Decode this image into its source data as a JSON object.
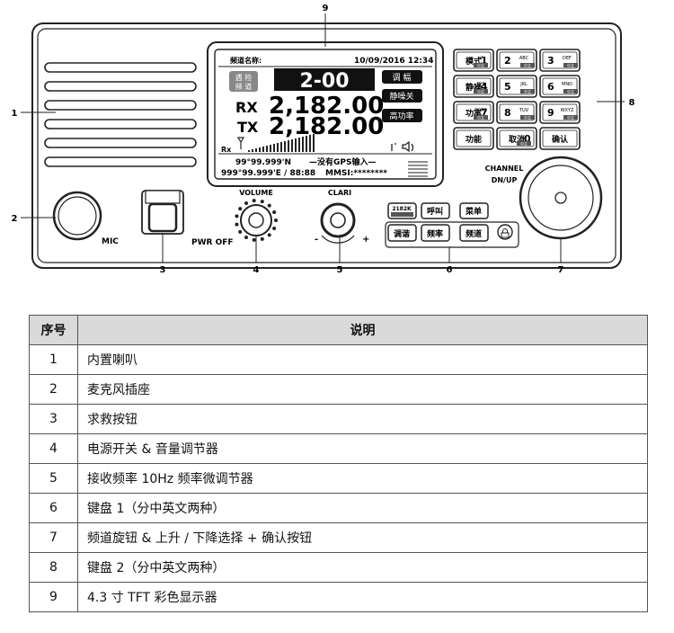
{
  "screen": {
    "channel_name_label": "频道名称:",
    "datetime": "10/09/2016 12:34",
    "channel": "2-00",
    "rx_label": "RX",
    "rx_freq": "2,182.00",
    "tx_label": "TX",
    "tx_freq": "2,182.00",
    "buttons": [
      "调 幅",
      "静噪关",
      "高功率"
    ],
    "side_badge": [
      "遇 险",
      "频 道"
    ],
    "rx_small": "Rx",
    "lat": "99°99.999'N",
    "lon": "999°99.999'E / 88:88",
    "gps_msg": "—没有GPS输入—",
    "mmsi": "MMSI:********"
  },
  "labels": {
    "mic": "MIC",
    "pwr_off": "PWR OFF",
    "volume": "VOLUME",
    "clari": "CLARI",
    "minus": "-",
    "plus": "+",
    "channel": "CHANNEL",
    "dnup": "DN/UP"
  },
  "keypad1": {
    "top": [
      "2182K",
      "呼叫",
      "菜单"
    ],
    "bottom": [
      "调谐",
      "频率",
      "频道"
    ]
  },
  "keypad2": [
    {
      "label": "模式",
      "digit": "1",
      "sub": "-?",
      "lower": "中文"
    },
    {
      "label": "",
      "digit": "2",
      "sub": "ABC",
      "lower": "中文"
    },
    {
      "label": "",
      "digit": "3",
      "sub": "DEF",
      "lower": "中文"
    },
    {
      "label": "静噪",
      "digit": "4",
      "sub": "GHI",
      "lower": "中文"
    },
    {
      "label": "",
      "digit": "5",
      "sub": "JKL",
      "lower": "中文"
    },
    {
      "label": "",
      "digit": "6",
      "sub": "MNO",
      "lower": "中文"
    },
    {
      "label": "功率",
      "digit": "7",
      "sub": "PQRS",
      "lower": "中文"
    },
    {
      "label": "",
      "digit": "8",
      "sub": "TUV",
      "lower": "中文"
    },
    {
      "label": "",
      "digit": "9",
      "sub": "WXYZ",
      "lower": "中文"
    },
    {
      "label": "功能",
      "digit": "",
      "sub": "",
      "lower": ""
    },
    {
      "label": "取消",
      "digit": "0",
      "sub": "",
      "lower": "中文"
    },
    {
      "label": "确认",
      "digit": "",
      "sub": "",
      "lower": ""
    }
  ],
  "callouts": [
    "1",
    "2",
    "3",
    "4",
    "5",
    "6",
    "7",
    "8",
    "9"
  ],
  "table": {
    "headers": [
      "序号",
      "说明"
    ],
    "rows": [
      {
        "num": "1",
        "desc": "内置喇叭"
      },
      {
        "num": "2",
        "desc": "麦克风插座"
      },
      {
        "num": "3",
        "desc": "求救按钮"
      },
      {
        "num": "4",
        "desc": "电源开关 & 音量调节器"
      },
      {
        "num": "5",
        "desc": "接收频率 10Hz 频率微调节器"
      },
      {
        "num": "6",
        "desc": "键盘 1（分中英文两种）"
      },
      {
        "num": "7",
        "desc": "频道旋钮 & 上升 / 下降选择 + 确认按钮"
      },
      {
        "num": "8",
        "desc": "键盘 2（分中英文两种）"
      },
      {
        "num": "9",
        "desc": "4.3 寸 TFT 彩色显示器"
      }
    ]
  }
}
